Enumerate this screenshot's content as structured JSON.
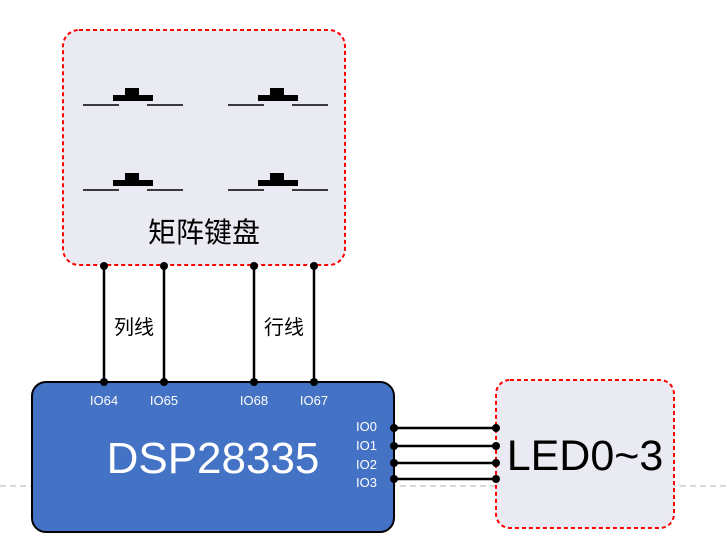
{
  "keyboard": {
    "label": "矩阵键盘",
    "column_lines_label": "列线",
    "row_lines_label": "行线",
    "fill": "#eaeaf2",
    "border": "#ff0000"
  },
  "dsp": {
    "name": "DSP28335",
    "fill": "#4472c4",
    "top_pins": [
      "IO64",
      "IO65",
      "IO68",
      "IO67"
    ],
    "side_pins": [
      "IO0",
      "IO1",
      "IO2",
      "IO3"
    ]
  },
  "led": {
    "label": "LED0~3",
    "fill": "#eaeaf2",
    "border": "#ff0000"
  }
}
